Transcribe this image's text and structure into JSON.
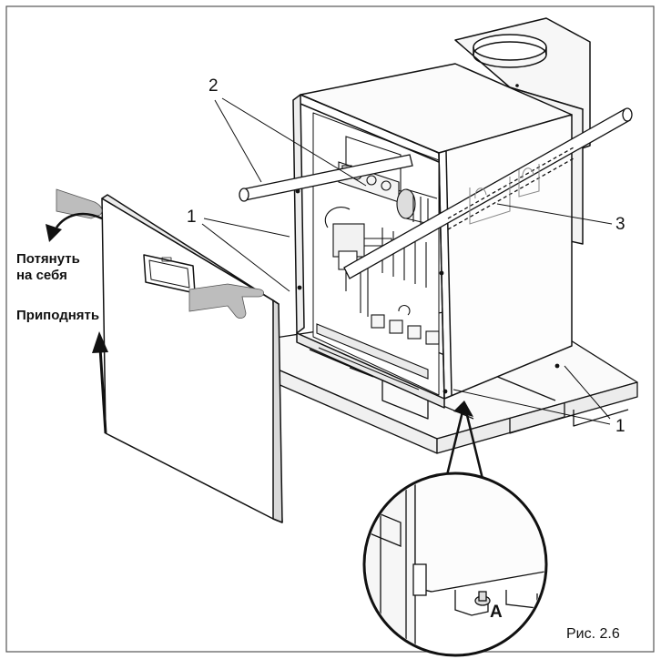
{
  "callouts": {
    "n2": "2",
    "n1_left": "1",
    "n3": "3",
    "n1_right": "1",
    "detail": "A"
  },
  "actions": {
    "pull_line1": "Потянуть",
    "pull_line2": "на себя",
    "lift": "Приподнять"
  },
  "caption": "Рис. 2.6",
  "colors": {
    "line": "#111111",
    "frame": "#555555",
    "hand": "#bdbdbd",
    "shadow": "#e6e6e6"
  }
}
